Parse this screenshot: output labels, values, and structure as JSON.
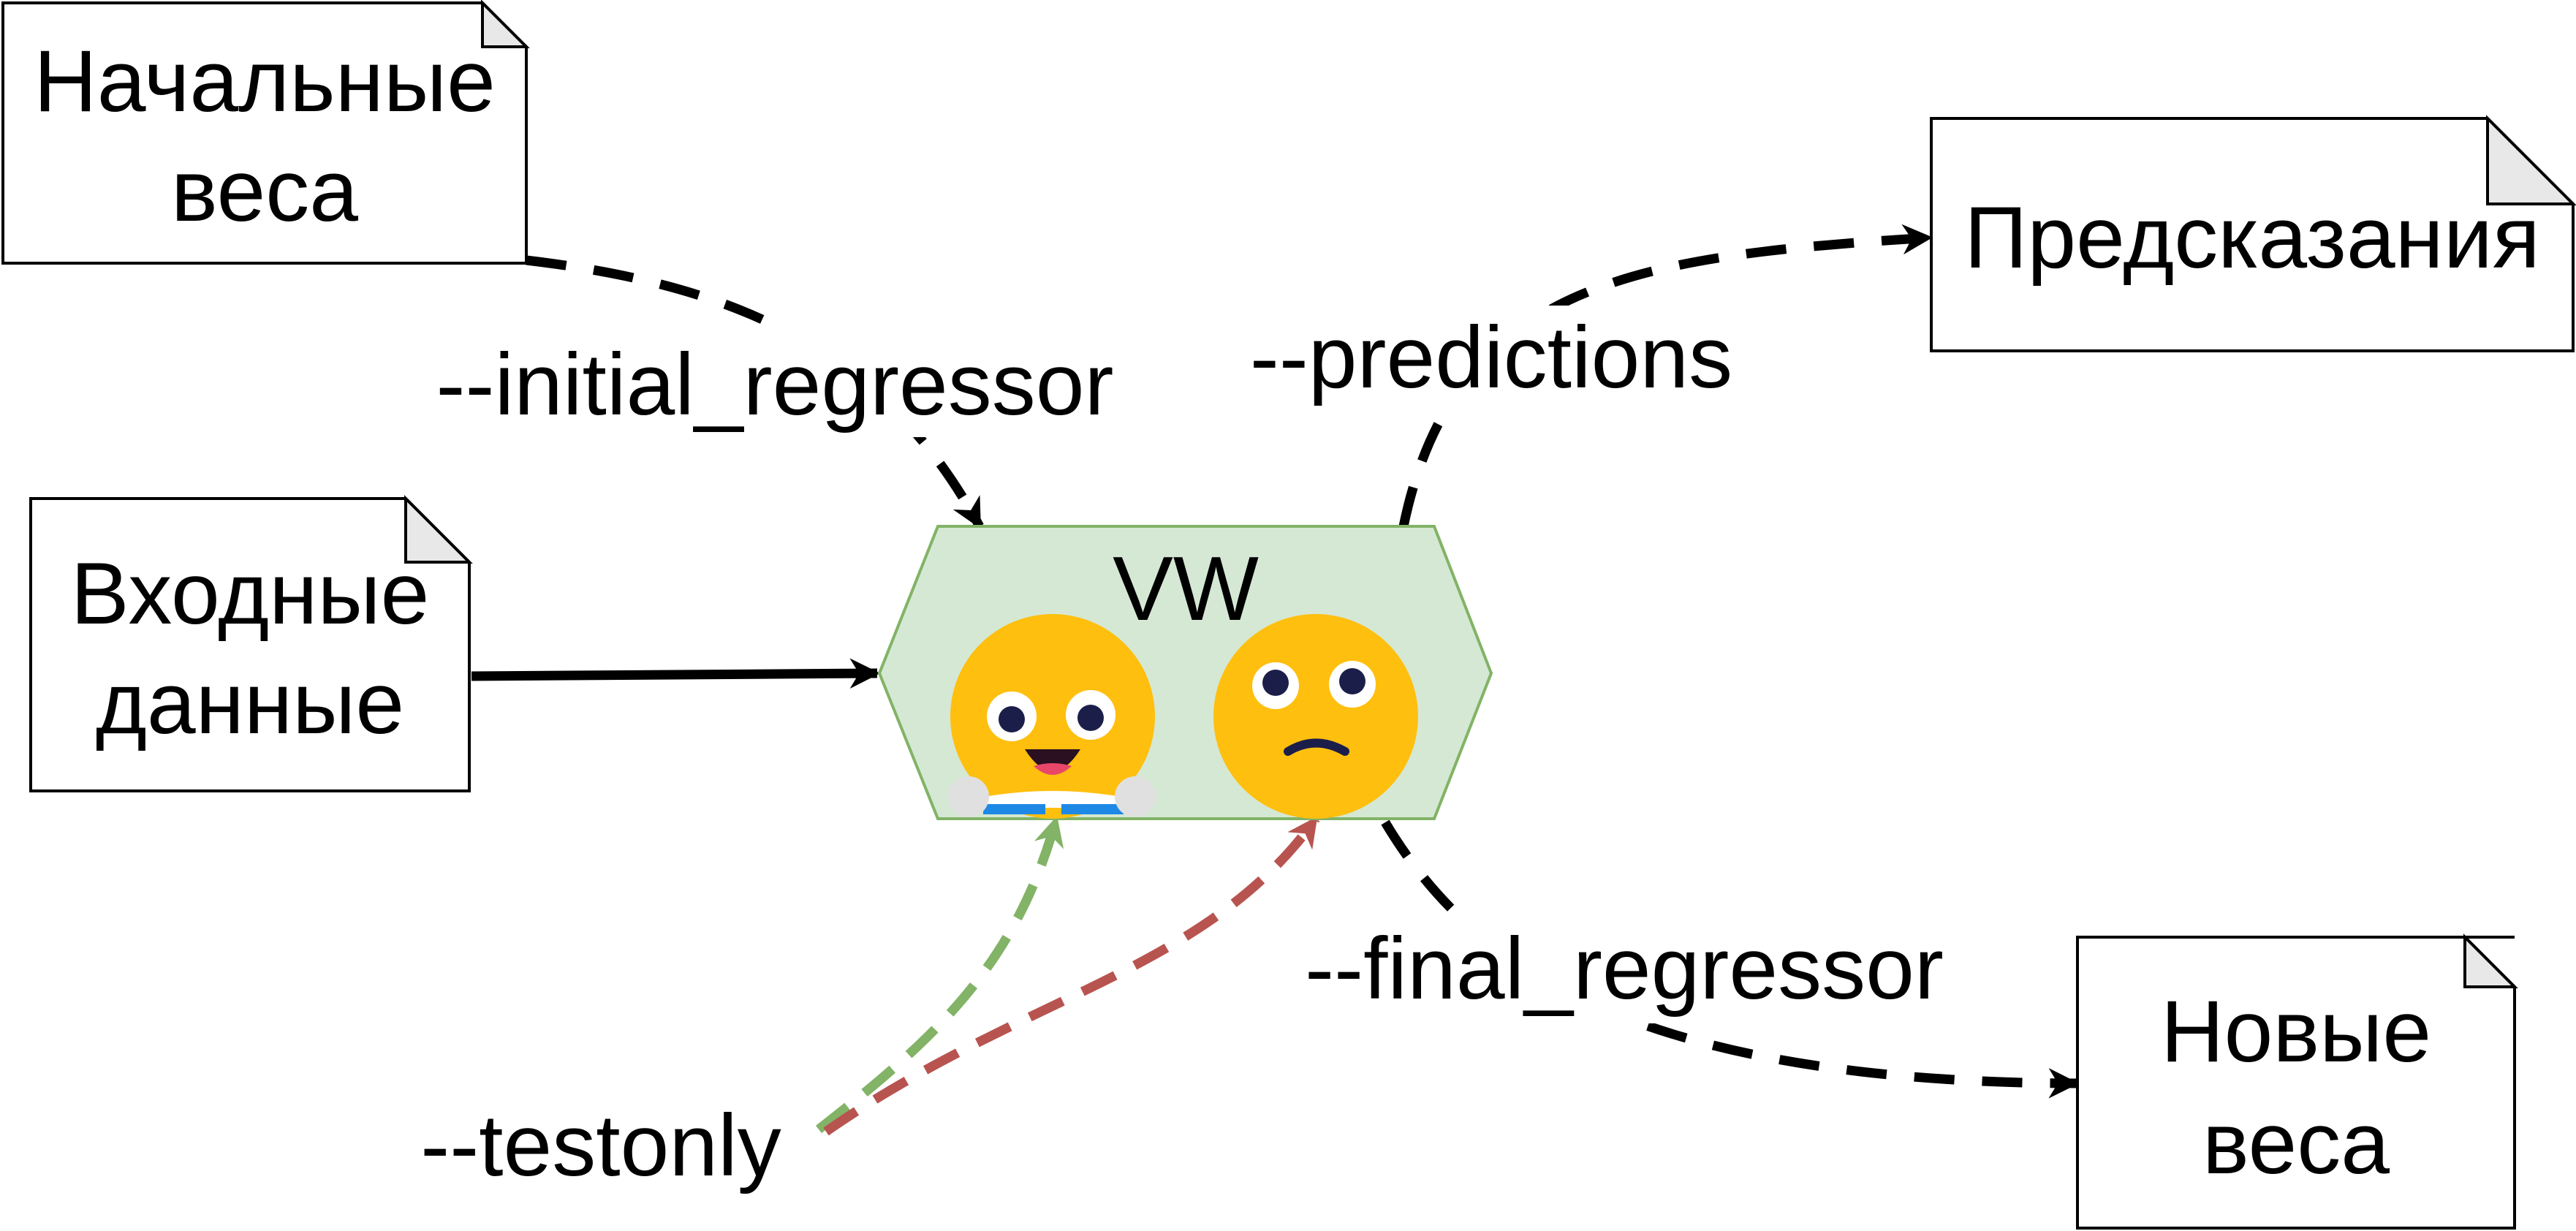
{
  "nodes": {
    "initial_weights": {
      "line1": "Начальные",
      "line2": "веса"
    },
    "input_data": {
      "line1": "Входные",
      "line2": "данные"
    },
    "predictions": {
      "label": "Предсказания"
    },
    "new_weights": {
      "line1": "Новые",
      "line2": "веса"
    },
    "vw": {
      "label": "VW",
      "icons": [
        "studying-face-icon",
        "pleading-face-icon"
      ]
    }
  },
  "edges": {
    "initial_regressor": "--initial_regressor",
    "predictions": "--predictions",
    "final_regressor": "--final_regressor",
    "testonly": "--testonly"
  },
  "colors": {
    "vw_fill": "#d5e8d4",
    "vw_stroke": "#82b366",
    "testonly_green": "#82b366",
    "testonly_red": "#b85450",
    "emoji_yellow": "#ffbf0f"
  }
}
